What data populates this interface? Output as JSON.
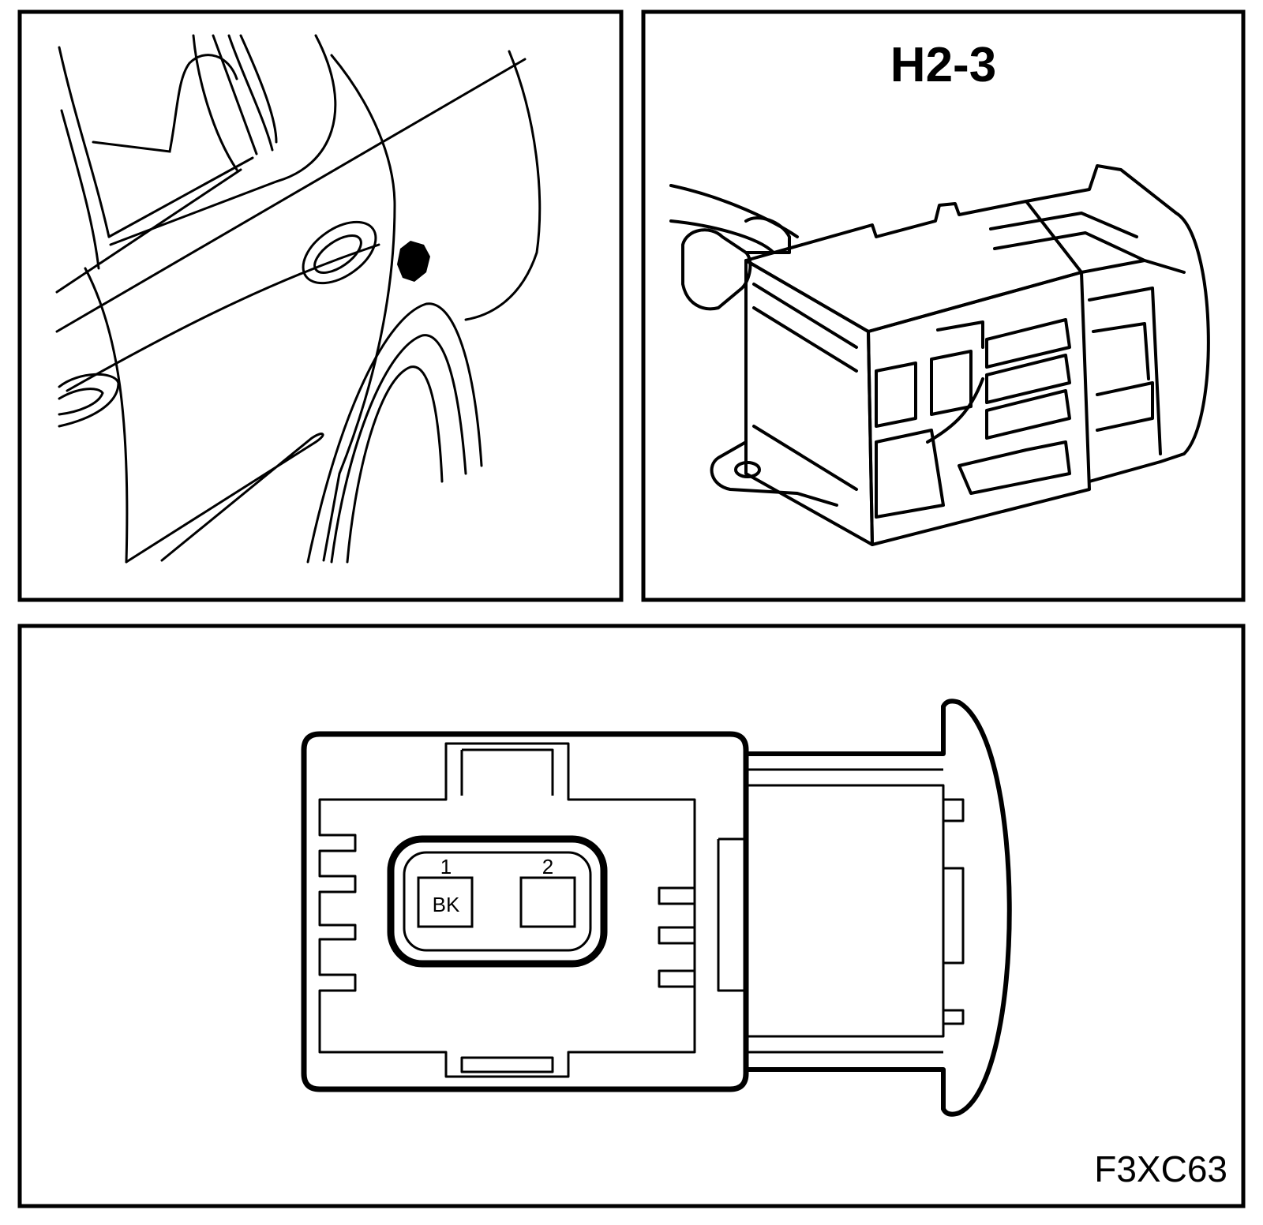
{
  "connector_view": {
    "title": "H2-3"
  },
  "pinout": {
    "pins": [
      {
        "number": "1",
        "wire_color": "BK"
      },
      {
        "number": "2",
        "wire_color": ""
      }
    ],
    "figure_code": "F3XC63"
  },
  "colors": {
    "line": "#000000",
    "background": "#ffffff"
  }
}
